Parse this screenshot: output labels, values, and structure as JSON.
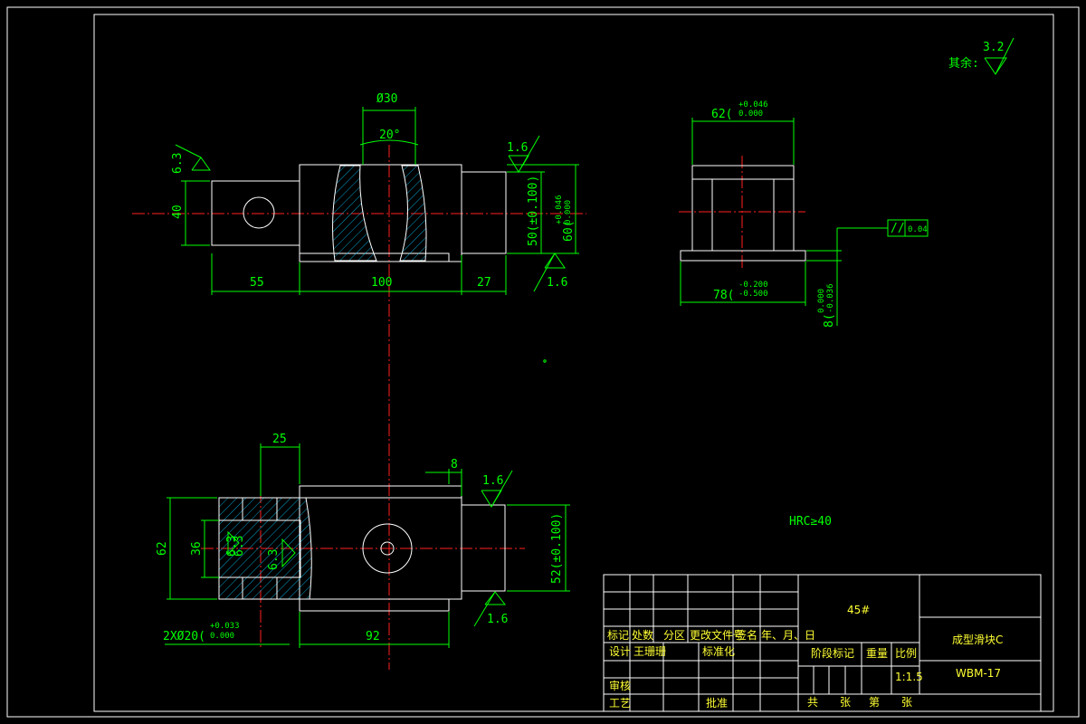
{
  "roughness_note": {
    "prefix": "其余:",
    "value": "3.2"
  },
  "front_view": {
    "dia_top": "Ø30",
    "angle": "20°",
    "rough_left": "6.3",
    "rough_top_right": "1.6",
    "rough_bottom_right": "1.6",
    "dim_height_left": "40",
    "dim_len_55": "55",
    "dim_len_100": "100",
    "dim_len_27": "27",
    "dim_50": "50(±0.100)",
    "dim_60": "60(",
    "dim_60_tol_upper": "+0.046",
    "dim_60_tol_lower": "0.000"
  },
  "side_view": {
    "dim_62": "62(",
    "dim_62_tol_upper": "+0.046",
    "dim_62_tol_lower": "0.000",
    "dim_78": "78(",
    "dim_78_tol_upper": "-0.200",
    "dim_78_tol_lower": "-0.500",
    "dim_8": "8(",
    "dim_8_tol_upper": "0.000",
    "dim_8_tol_lower": "-0.036",
    "parallelism_symbol": "//",
    "parallelism_value": "0.04"
  },
  "top_view": {
    "dim_25": "25",
    "dim_8": "8",
    "rough_top": "1.6",
    "rough_bottom": "1.6",
    "rough_inner_a": "6.3",
    "rough_inner_b": "6.3",
    "rough_inner_c": "6.3",
    "dim_62": "62",
    "dim_36": "36",
    "dim_52": "52(±0.100)",
    "dim_92": "92",
    "dim_holes": "2XØ20(",
    "dim_holes_tol_upper": "+0.033",
    "dim_holes_tol_lower": "0.000",
    "hardness": "HRC≥40"
  },
  "title_block": {
    "material": "45#",
    "part_name": "成型滑块C",
    "drawing_no": "WBM-17",
    "scale": "1:1.5",
    "col_headers": [
      "标记",
      "处数",
      "分区",
      "更改文件号",
      "签名",
      "年、月、日"
    ],
    "row_design": "设计",
    "designer": "王珊珊",
    "standardize": "标准化",
    "stage_mark": "阶段标记",
    "weight": "重量",
    "scale_label": "比例",
    "review": "审核",
    "process": "工艺",
    "approve": "批准",
    "sheets": [
      "共",
      "张",
      "第",
      "张"
    ]
  }
}
